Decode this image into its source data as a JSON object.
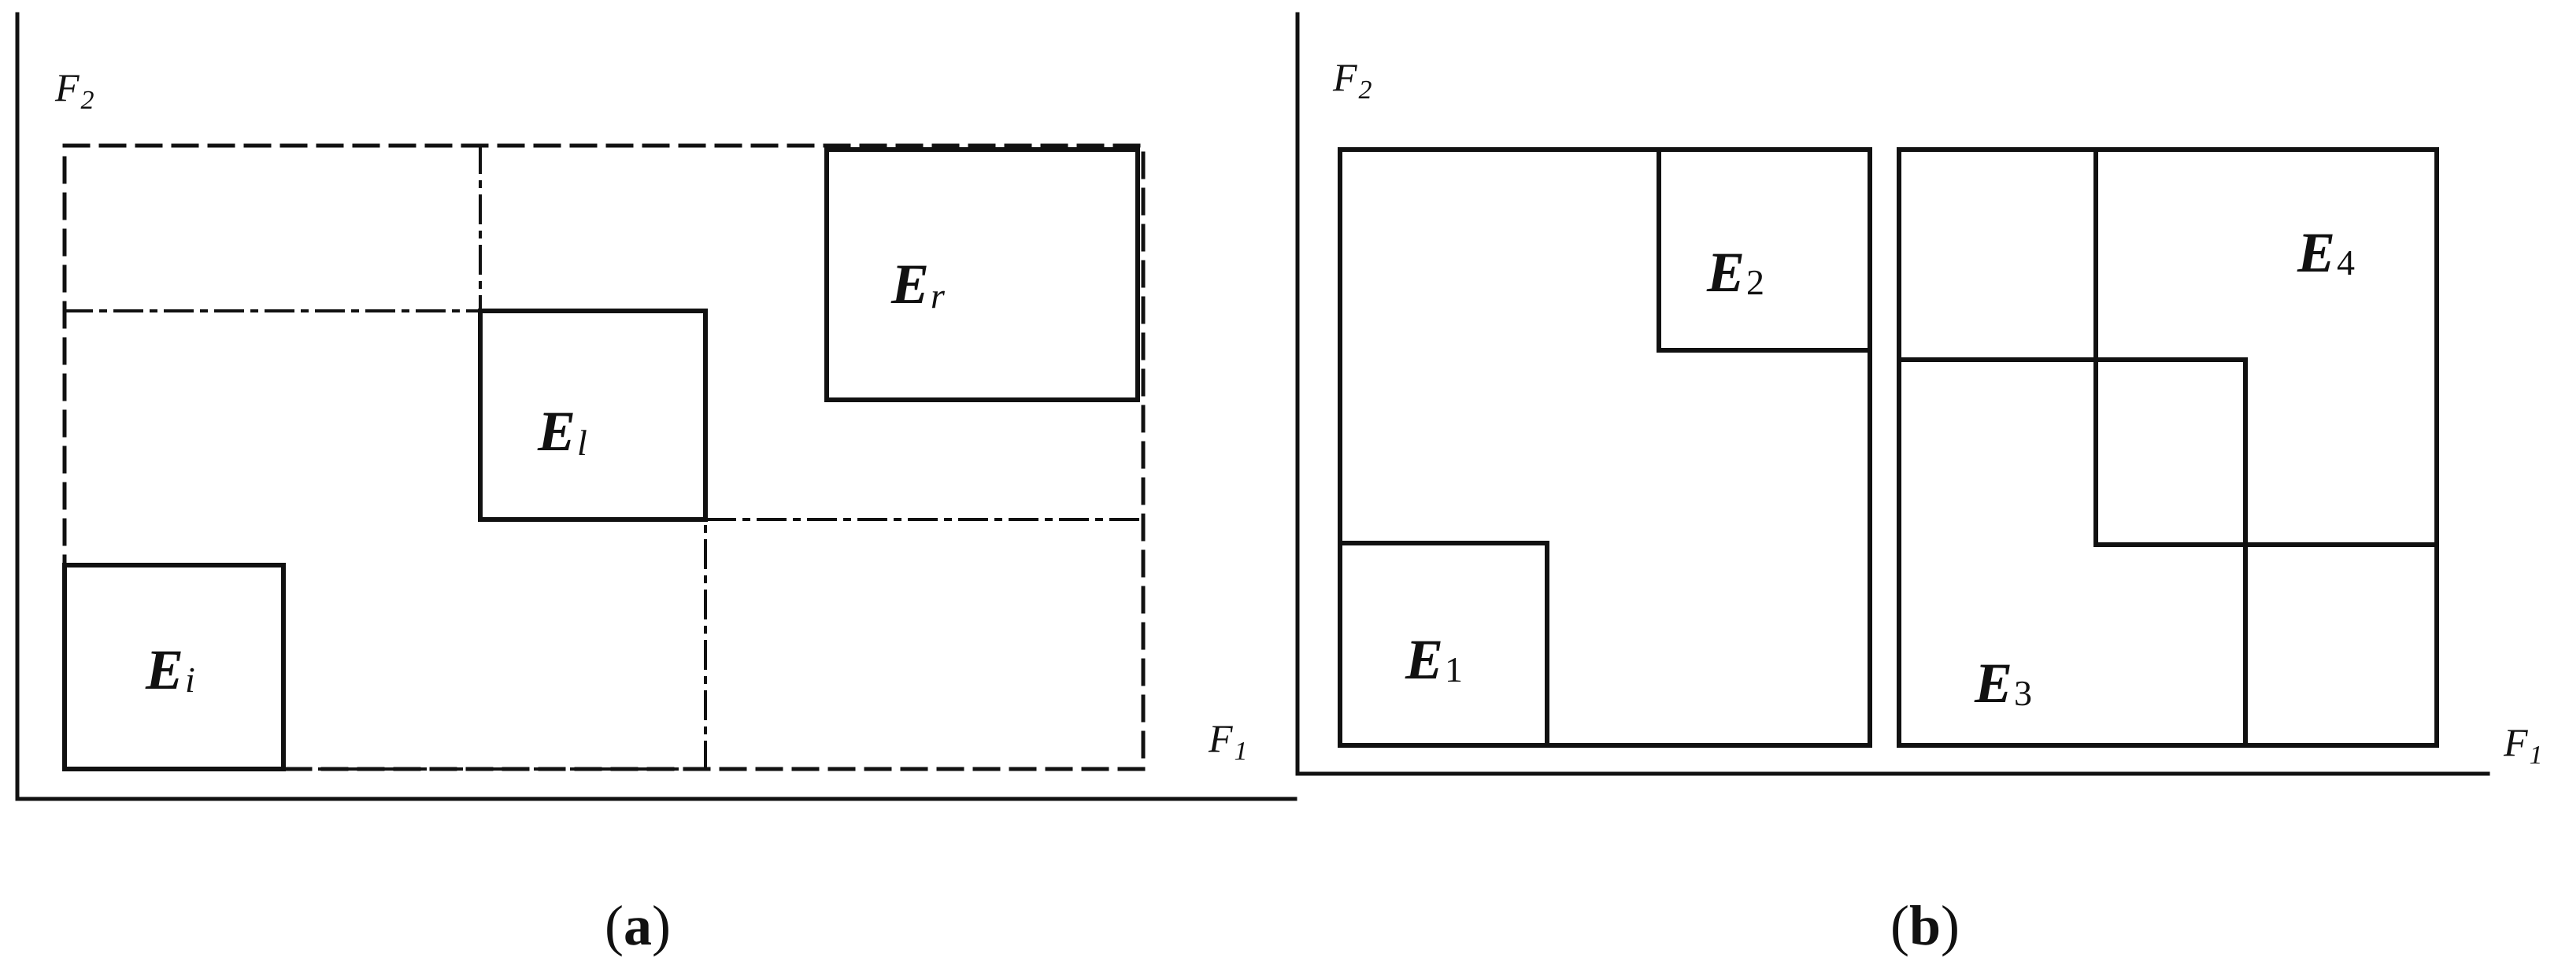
{
  "panel_a": {
    "axis_y": {
      "base": "F",
      "sub": "2"
    },
    "axis_x": {
      "base": "F",
      "sub": "1"
    },
    "box_i": {
      "base": "E",
      "sub": "i"
    },
    "box_l": {
      "base": "E",
      "sub": "l"
    },
    "box_r": {
      "base": "E",
      "sub": "r"
    },
    "caption": {
      "open": "(",
      "letter": "a",
      "close": ")"
    }
  },
  "panel_b": {
    "axis_y": {
      "base": "F",
      "sub": "2"
    },
    "axis_x": {
      "base": "F",
      "sub": "1"
    },
    "box_1": {
      "base": "E",
      "sub": "1"
    },
    "box_2": {
      "base": "E",
      "sub": "2"
    },
    "box_3": {
      "base": "E",
      "sub": "3"
    },
    "box_4": {
      "base": "E",
      "sub": "4"
    },
    "caption": {
      "open": "(",
      "letter": "b",
      "close": ")"
    }
  },
  "colors": {
    "ink": "#111111",
    "background": "#ffffff"
  }
}
